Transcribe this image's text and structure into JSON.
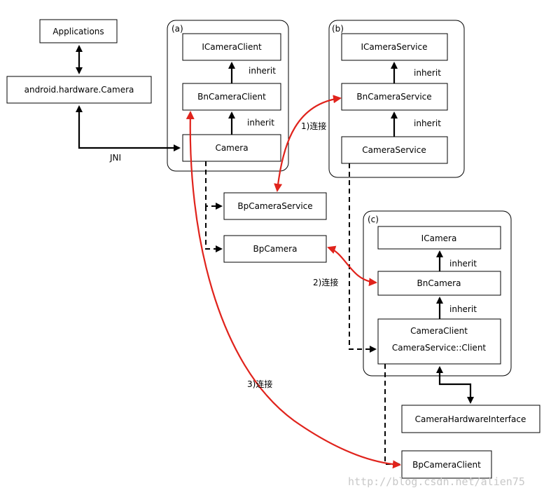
{
  "groups": {
    "a": "(a)",
    "b": "(b)",
    "c": "(c)"
  },
  "boxes": {
    "applications": "Applications",
    "android_camera": "android.hardware.Camera",
    "icameraclient": "ICameraClient",
    "bncameraclient": "BnCameraClient",
    "camera": "Camera",
    "icameraservice": "ICameraService",
    "bncameraservice": "BnCameraService",
    "cameraservice": "CameraService",
    "bpcameraservice": "BpCameraService",
    "bpcamera": "BpCamera",
    "icamera": "ICamera",
    "bncamera": "BnCamera",
    "cameraclient_line1": "CameraClient",
    "cameraclient_line2": "CameraService::Client",
    "hw_interface": "CameraHardwareInterface",
    "bpcameraclient": "BpCameraClient"
  },
  "labels": {
    "inherit": "inherit",
    "jni": "JNI",
    "conn1": "1)连接",
    "conn2": "2)连接",
    "conn3": "3)连接"
  },
  "watermark": "http://blog.csdn.net/alien75",
  "colors": {
    "connection_arrow": "#e0231c",
    "line": "#000000"
  }
}
